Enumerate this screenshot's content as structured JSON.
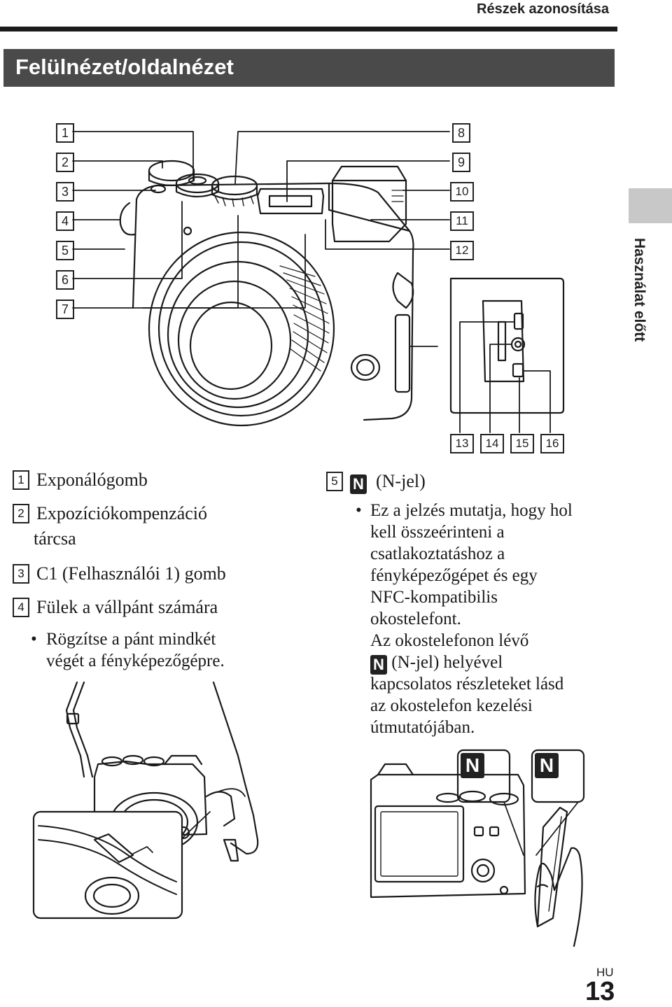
{
  "header": {
    "section_name": "Részek azonosítása"
  },
  "section_title": "Felülnézet/oldalnézet",
  "side_tab": "Használat előtt",
  "callout_numbers": {
    "left": [
      "1",
      "2",
      "3",
      "4",
      "5",
      "6",
      "7"
    ],
    "right": [
      "8",
      "9",
      "10",
      "11",
      "12"
    ],
    "bottom": [
      "13",
      "14",
      "15",
      "16"
    ]
  },
  "parts_list": [
    {
      "num": "1",
      "label": "Exponálógomb"
    },
    {
      "num": "2",
      "label": "Expozíciókompenzáció",
      "label2": "tárcsa"
    },
    {
      "num": "3",
      "label": "C1 (Felhasználói 1) gomb"
    },
    {
      "num": "4",
      "label": "Fülek a vállpánt számára"
    }
  ],
  "strap_note": {
    "line1": "Rögzítse a pánt mindkét",
    "line2": "végét a fényképezőgépre."
  },
  "n_mark_item": {
    "num": "5",
    "icon": "nfc-n-mark",
    "label": "(N-jel)",
    "lines": [
      "Ez a jelzés mutatja, hogy hol",
      "kell összeérinteni a",
      "csatlakoztatáshoz a",
      "fényképezőgépet és egy",
      "NFC-kompatibilis",
      "okostelefont.",
      "Az okostelefonon lévő",
      "(N-jel) helyével",
      "kapcsolatos részleteket lásd",
      "az okostelefon kezelési",
      "útmutatójában."
    ]
  },
  "page": {
    "lang": "HU",
    "number": "13"
  }
}
